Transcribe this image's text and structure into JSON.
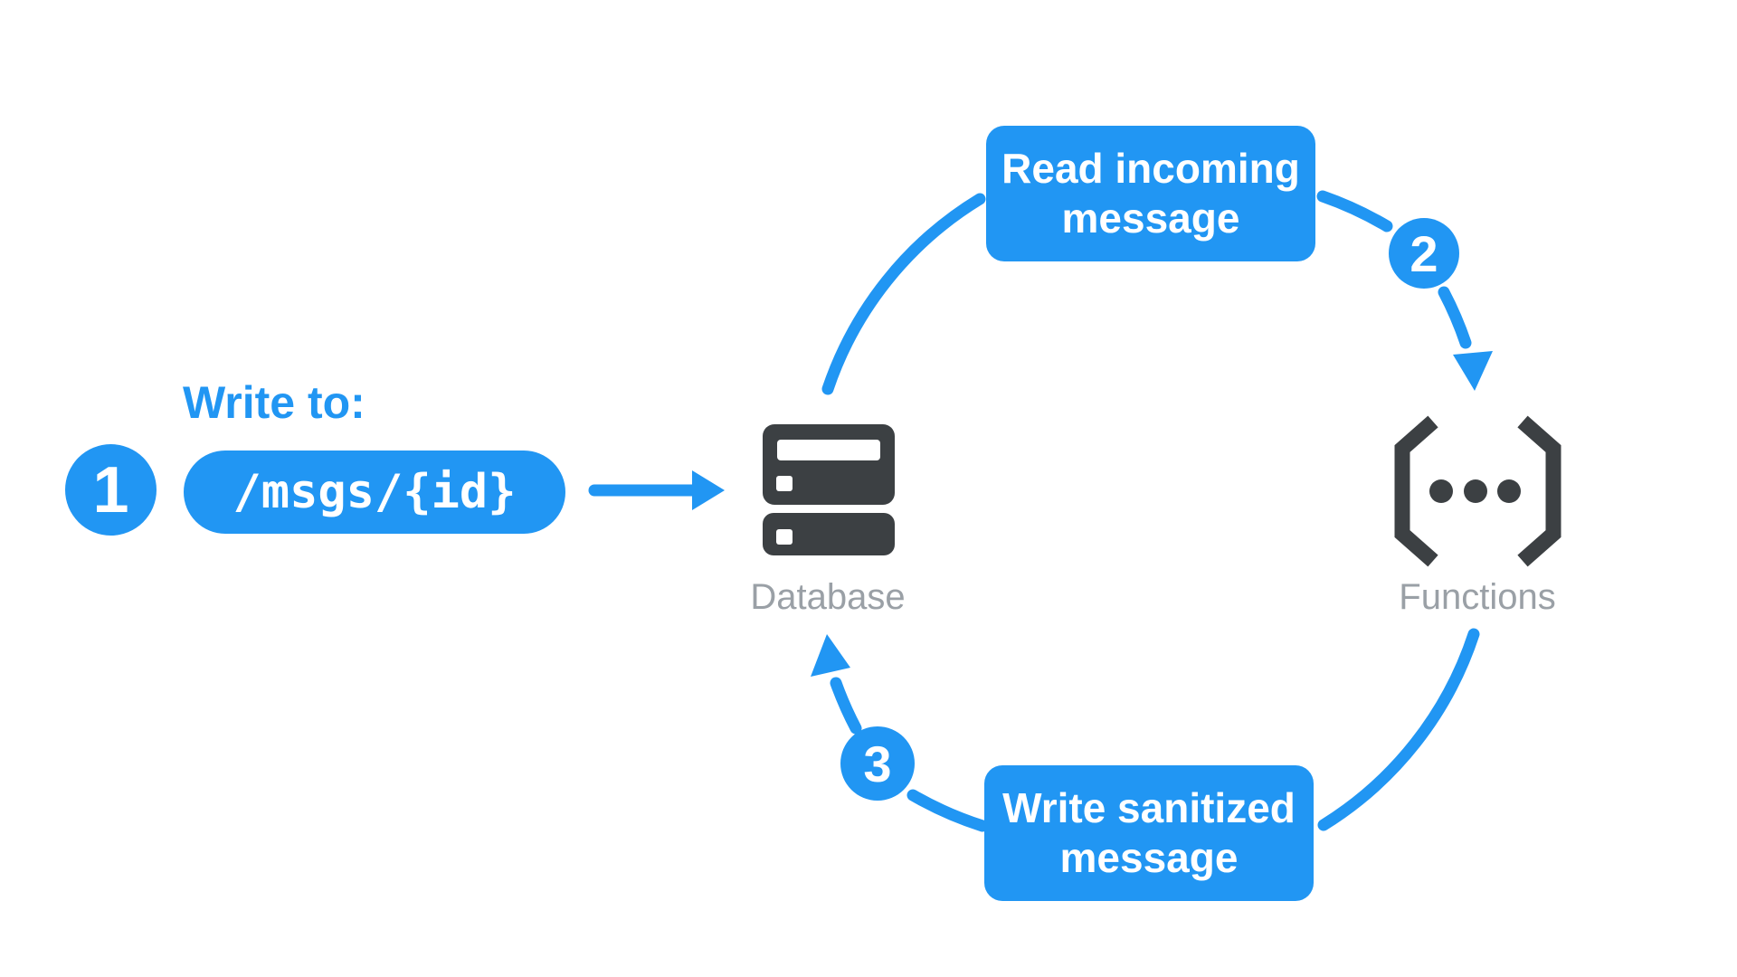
{
  "colors": {
    "accent_blue": "#2196F3",
    "icon_dark": "#3C4043",
    "label_gray": "#9AA0A6",
    "text_on_blue": "#FFFFFF",
    "background": "#FFFFFF"
  },
  "annotation": {
    "write_to_label": "Write to:",
    "path_value": "/msgs/{id}"
  },
  "steps": {
    "one": "1",
    "two": "2",
    "three": "3"
  },
  "nodes": {
    "database": {
      "label": "Database",
      "icon": "database-server-icon"
    },
    "functions": {
      "label": "Functions",
      "icon": "code-brackets-icon"
    }
  },
  "flow": {
    "read_box": {
      "line1": "Read incoming",
      "line2": "message"
    },
    "write_box": {
      "line1": "Write sanitized",
      "line2": "message"
    }
  }
}
